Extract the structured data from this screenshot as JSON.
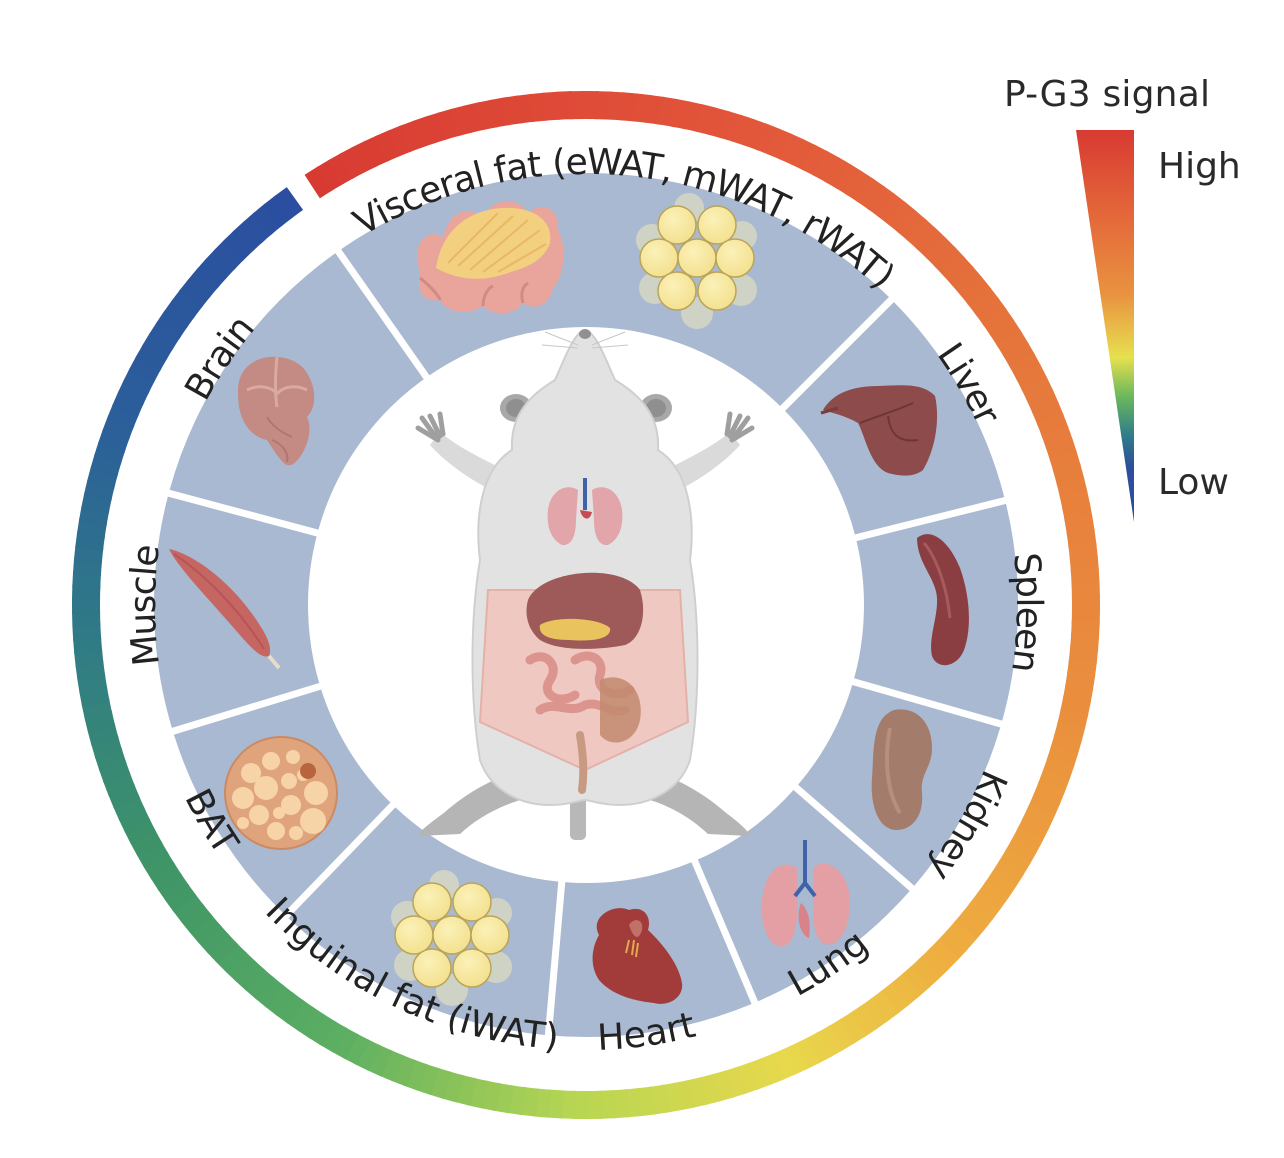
{
  "legend": {
    "title": "P-G3 signal",
    "high_label": "High",
    "low_label": "Low",
    "color_stops": [
      "#D83A32",
      "#E4683A",
      "#E99240",
      "#E6E04E",
      "#6BB85C",
      "#2F7C8A",
      "#2C4F9C",
      "#2B4B9F"
    ]
  },
  "colors": {
    "segment_fill": "#A9B9D1",
    "divider": "#FFFFFF",
    "label_text": "#222222"
  },
  "tissues": [
    {
      "id": "visceral-fat",
      "label": "Visceral fat (eWAT, mWAT, rWAT)",
      "signal_level": "highest",
      "icons": [
        "mesenteric-fat-icon",
        "adipocyte-cluster-icon"
      ]
    },
    {
      "id": "liver",
      "label": "Liver",
      "signal_level": "high",
      "icons": [
        "liver-icon"
      ]
    },
    {
      "id": "spleen",
      "label": "Spleen",
      "signal_level": "high",
      "icons": [
        "spleen-icon"
      ]
    },
    {
      "id": "kidney",
      "label": "Kidney",
      "signal_level": "medium-high",
      "icons": [
        "kidney-icon"
      ]
    },
    {
      "id": "lung",
      "label": "Lung",
      "signal_level": "medium",
      "icons": [
        "lung-icon"
      ]
    },
    {
      "id": "heart",
      "label": "Heart",
      "signal_level": "medium-low",
      "icons": [
        "heart-icon"
      ]
    },
    {
      "id": "inguinal-fat",
      "label": "Inguinal fat (iWAT)",
      "signal_level": "medium-low",
      "icons": [
        "adipocyte-cluster-icon"
      ]
    },
    {
      "id": "bat",
      "label": "BAT",
      "signal_level": "low",
      "icons": [
        "brown-adipocyte-icon"
      ]
    },
    {
      "id": "muscle",
      "label": "Muscle",
      "signal_level": "lowest",
      "icons": [
        "muscle-icon"
      ]
    },
    {
      "id": "brain",
      "label": "Brain",
      "signal_level": "lowest",
      "icons": [
        "brain-icon"
      ]
    }
  ],
  "center": {
    "illustration": "dissected-mouse-illustration"
  }
}
